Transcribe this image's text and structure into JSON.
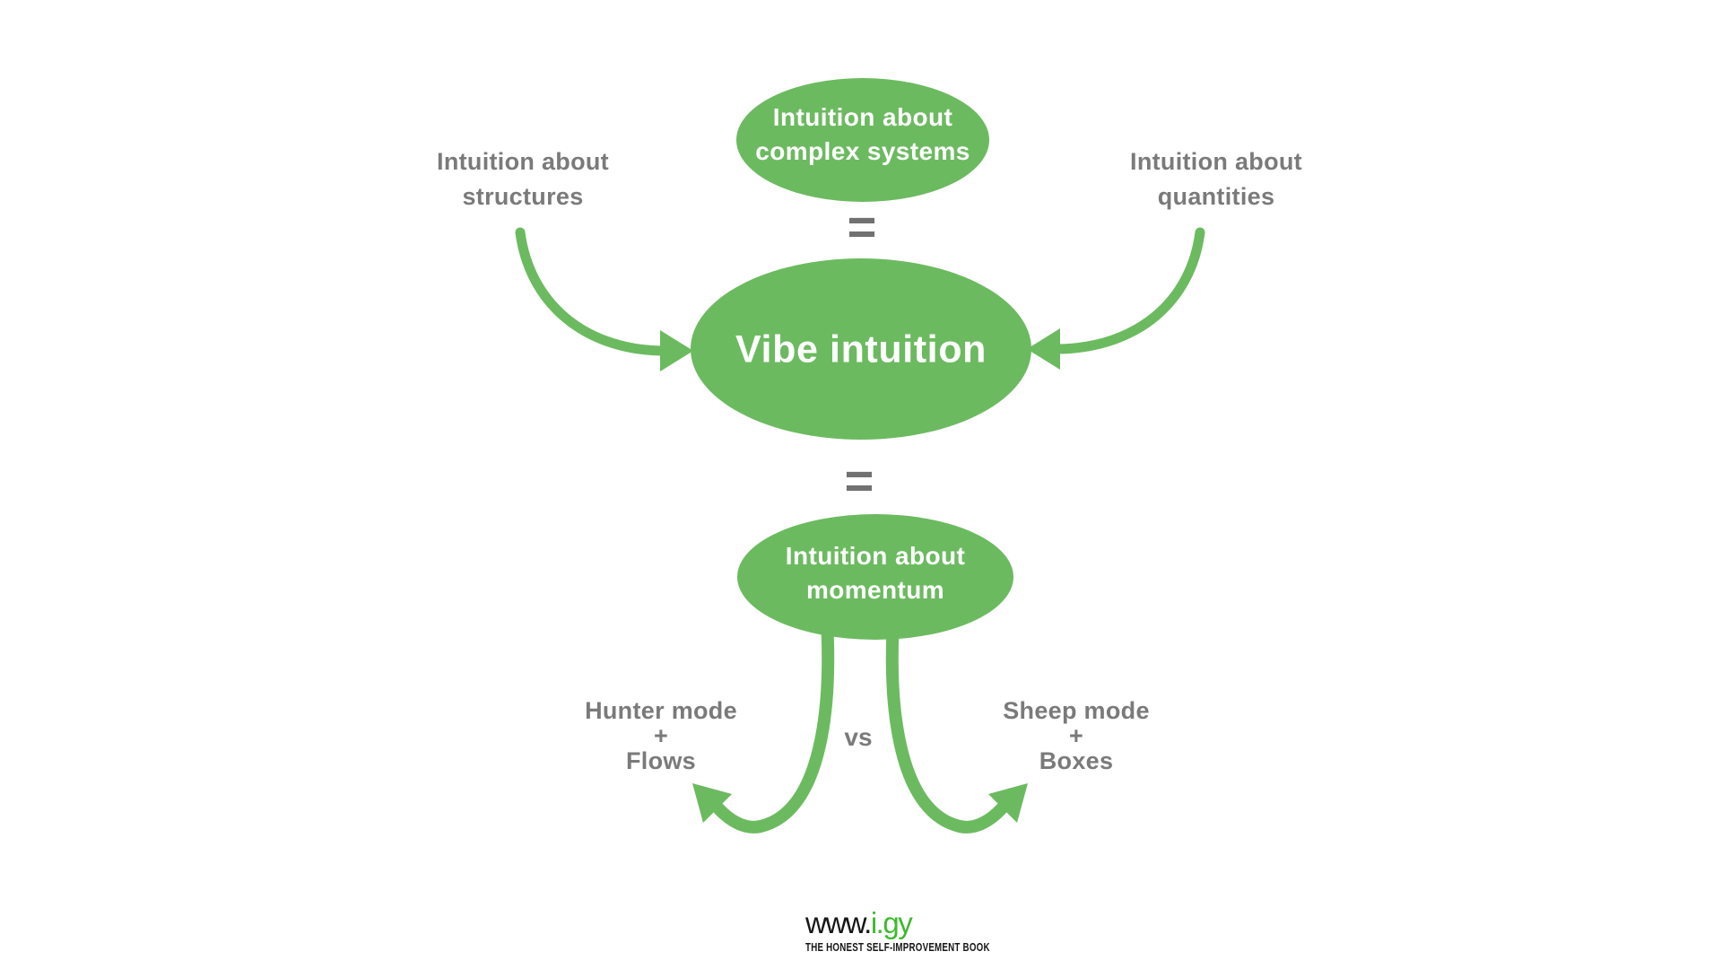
{
  "colors": {
    "green": "#6cba60",
    "label_gray": "#7a7a7a",
    "equals_gray": "#717171",
    "ellipse_text": "#ffffff",
    "logo_black": "#161616",
    "logo_green": "#3cbb2d",
    "background": "#ffffff"
  },
  "diagram": {
    "top_ellipse": {
      "line1": "Intuition about",
      "line2": "complex systems"
    },
    "left_label": {
      "line1": "Intuition about",
      "line2": "structures"
    },
    "right_label": {
      "line1": "Intuition about",
      "line2": "quantities"
    },
    "equals_top": "=",
    "center_ellipse": {
      "label": "Vibe intuition"
    },
    "equals_bottom": "=",
    "bottom_ellipse": {
      "line1": "Intuition about",
      "line2": "momentum"
    },
    "hunter_label": {
      "line1": "Hunter mode",
      "line2": "+",
      "line3": "Flows"
    },
    "versus_label": "vs",
    "sheep_label": {
      "line1": "Sheep mode",
      "line2": "+",
      "line3": "Boxes"
    }
  },
  "footer": {
    "logo_www": "www.",
    "logo_domain": "i.gy",
    "tagline": "THE HONEST SELF-IMPROVEMENT BOOK"
  }
}
